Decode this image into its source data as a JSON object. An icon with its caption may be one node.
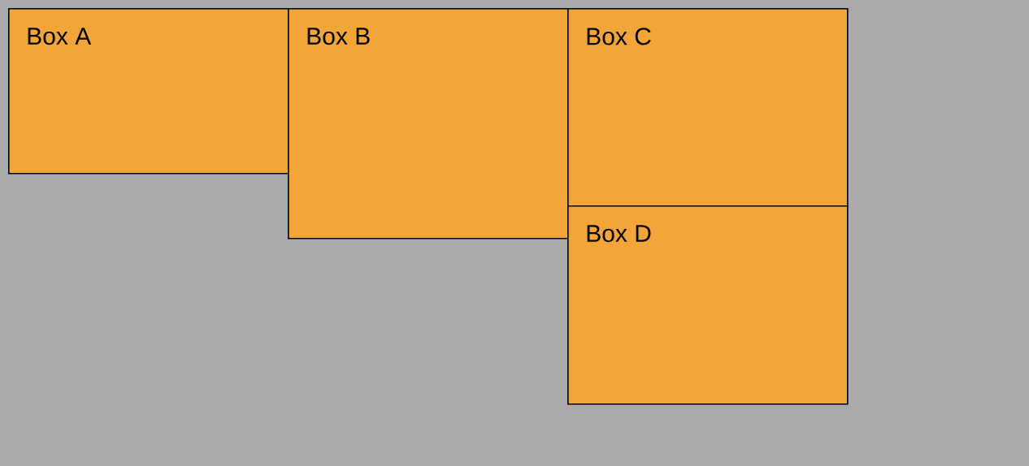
{
  "diagram": {
    "nodes": [
      {
        "text": [
          "Box A"
        ]
      },
      {
        "text": [
          "Box B"
        ]
      },
      {
        "text": [
          "Box C"
        ]
      },
      {
        "text": [
          "Box D"
        ]
      }
    ]
  }
}
